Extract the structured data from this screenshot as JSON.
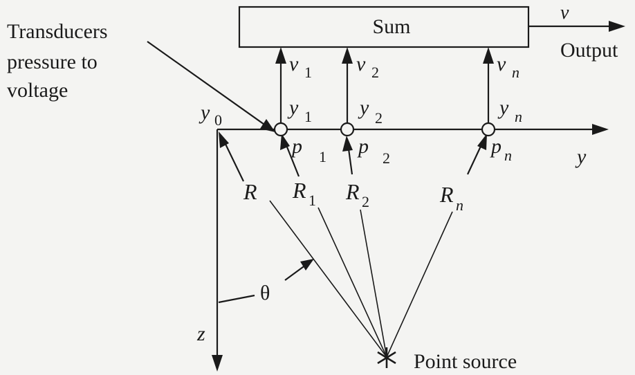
{
  "sum_box": {
    "label": "Sum"
  },
  "output": {
    "symbol": "v",
    "label": "Output"
  },
  "transducer_note": {
    "line1": "Transducers",
    "line2": "pressure to",
    "line3": "voltage"
  },
  "axis": {
    "origin": "y",
    "origin_sub": "0",
    "horizontal": "y",
    "vertical": "z"
  },
  "elements": [
    {
      "v": "v",
      "v_sub": "1",
      "y": "y",
      "y_sub": "1",
      "p": "p",
      "p_sub": "1",
      "R": "R",
      "R_sub": "1"
    },
    {
      "v": "v",
      "v_sub": "2",
      "y": "y",
      "y_sub": "2",
      "p": "p",
      "p_sub": "2",
      "R": "R",
      "R_sub": "2"
    },
    {
      "v": "v",
      "v_sub": "n",
      "y": "y",
      "y_sub": "n",
      "p": "p",
      "p_sub": "n",
      "R": "R",
      "R_sub": "n"
    }
  ],
  "range_label": "R",
  "angle_label": "θ",
  "source": {
    "label": "Point source"
  }
}
